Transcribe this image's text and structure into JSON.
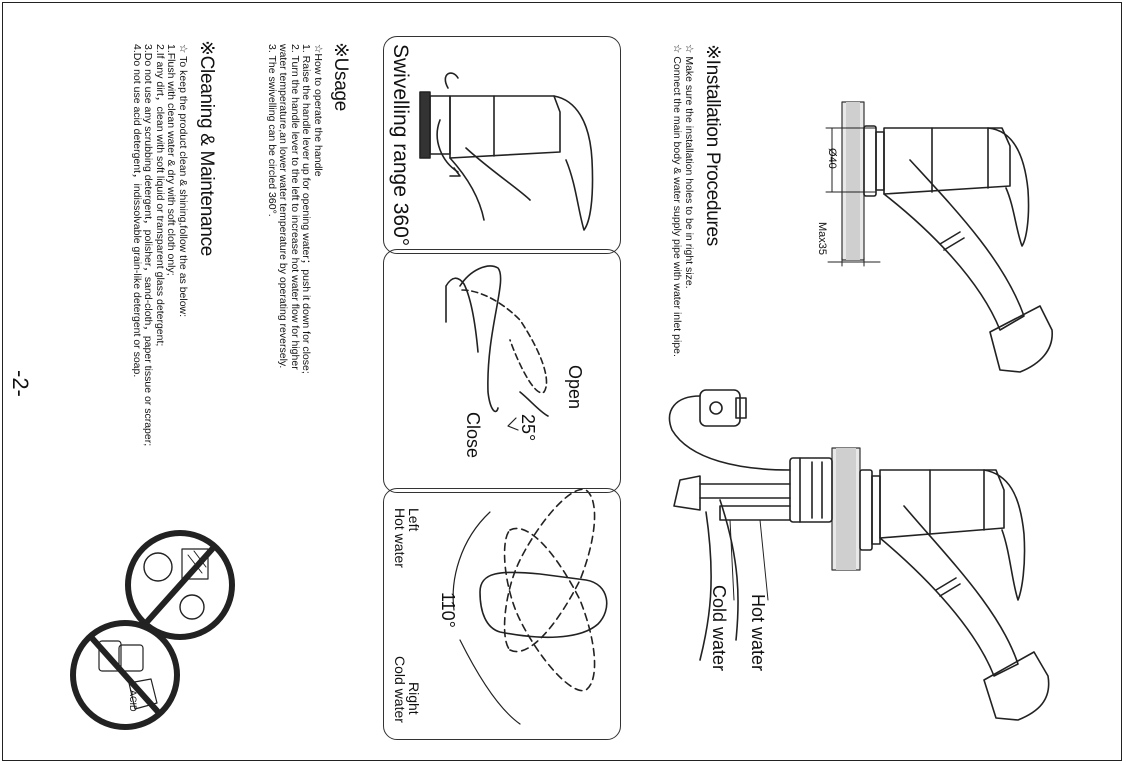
{
  "page_number": "-2-",
  "installation": {
    "heading": "※Installation Procedures",
    "lines": [
      "☆ Make sure the installation holes to be in right size.",
      "☆ Connect the main body & water supply pipe with water inlet pipe."
    ],
    "dim_diameter": "Ø40",
    "dim_max": "Max35",
    "hot_water_label": "Hot water",
    "cold_water_label": "Cold water"
  },
  "usage": {
    "heading": "※Usage",
    "lines": [
      "☆How to operate the handle",
      "1. Raise the handle lever up for opening water；push it down for close;",
      "2. Turn the handle lever to the left to increase hot water flow for higher",
      "    water temperature,an lower water temperature by operating reversely.",
      "3. The swivelling can be circled 360°."
    ]
  },
  "panels": {
    "swivel_label": "Swivelling range 360°",
    "open_label": "Open",
    "close_label": "Close",
    "angle_25": "25°",
    "angle_110": "110°",
    "left_label": "Left",
    "left_sub": "Hot water",
    "right_label": "Right",
    "right_sub": "Cold water"
  },
  "cleaning": {
    "heading": "※Cleaning & Maintenance",
    "lines": [
      "☆ To keep the product clean & shining,follow the as below:",
      "1.Flush with clean water & dry with soft cloth only;",
      "2.If any dirt，clean with soft liquid or transparent glass detergent;",
      "3.Do not use any scrubbing detergent，polisher，sand-cloth，paper tissue or scraper;",
      "4.Do not use acid detergent，indissolvable grain-like detergent or soap."
    ],
    "acid_label": "ACID"
  }
}
